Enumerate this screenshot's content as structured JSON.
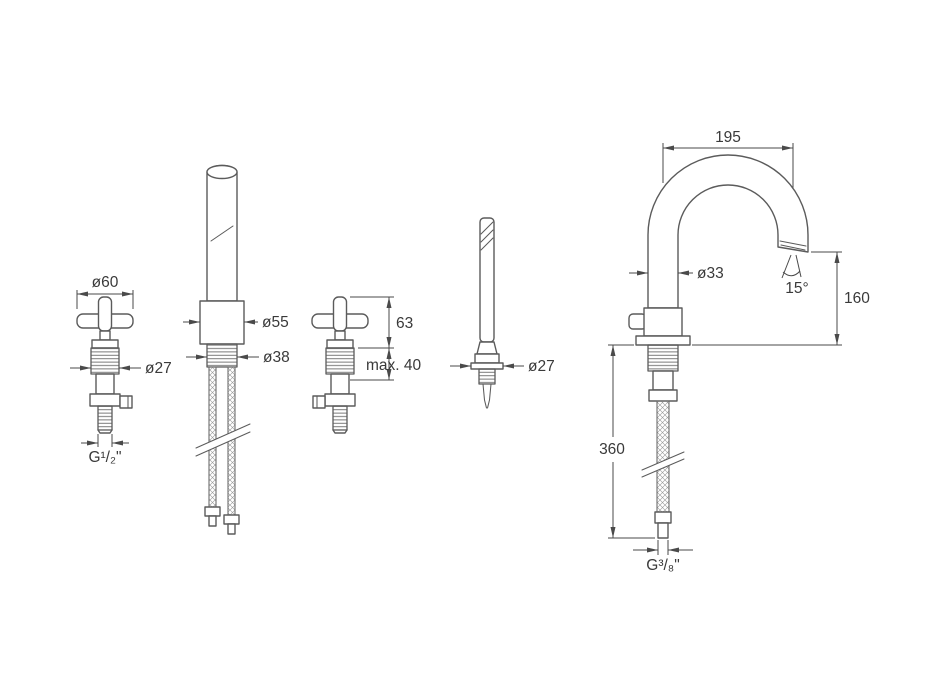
{
  "colors": {
    "line": "#5b5b5b",
    "dimension": "#4a4a4a",
    "text": "#3a3a3a",
    "background": "#ffffff"
  },
  "views": {
    "left_valve": {
      "diameter_handle": "ø60",
      "diameter_body": "ø27",
      "thread": "G¹/₂\""
    },
    "spout_column": {
      "diameter_body": "ø55",
      "diameter_thread": "ø38"
    },
    "right_valve": {
      "height": "63",
      "deck_thickness": "max. 40"
    },
    "handshower": {
      "diameter": "ø27"
    },
    "spout_assembly": {
      "reach": "195",
      "diameter_column": "ø33",
      "outlet_angle": "15°",
      "outlet_height": "160",
      "hose_length": "360",
      "thread": "G³/₈\""
    }
  }
}
